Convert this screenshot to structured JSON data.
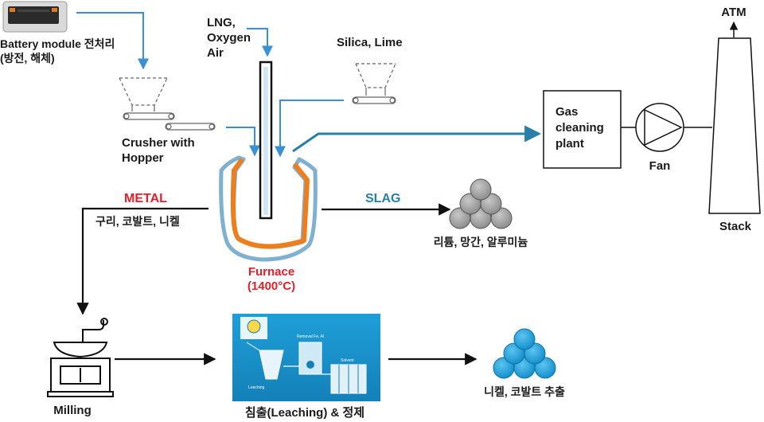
{
  "labels": {
    "battery_line1": "Battery module 전처리",
    "battery_line2": "(방전, 해체)",
    "lng_line1": "LNG,",
    "lng_line2": "Oxygen",
    "lng_line3": "Air",
    "silica": "Silica, Lime",
    "crusher_line1": "Crusher with",
    "crusher_line2": "Hopper",
    "gas_line1": "Gas",
    "gas_line2": "cleaning",
    "gas_line3": "plant",
    "fan": "Fan",
    "atm": "ATM",
    "stack": "Stack",
    "metal": "METAL",
    "metal_sub": "구리, 코발트, 니켈",
    "slag": "SLAG",
    "slag_sub": "리튬, 망간, 알루미늄",
    "furnace_line1": "Furnace",
    "furnace_line2": "(1400°C)",
    "milling": "Milling",
    "leaching": "침출(Leaching)  & 정제",
    "extract": "니켈, 코발트 추출",
    "leach_img_removal": "Removal Fe, Al",
    "leach_img_leaching": "Leaching",
    "leach_img_solvent": "Solvent"
  },
  "colors": {
    "arrow_blue": "#3b8fd4",
    "metal_red": "#e0212b",
    "slag_teal": "#2a7fa8",
    "furnace_orange": "#ee7d1c",
    "furnace_outer": "#7fb0d0",
    "ball_gray": "#a6a6a6",
    "ball_blue": "#1fa3e0"
  }
}
